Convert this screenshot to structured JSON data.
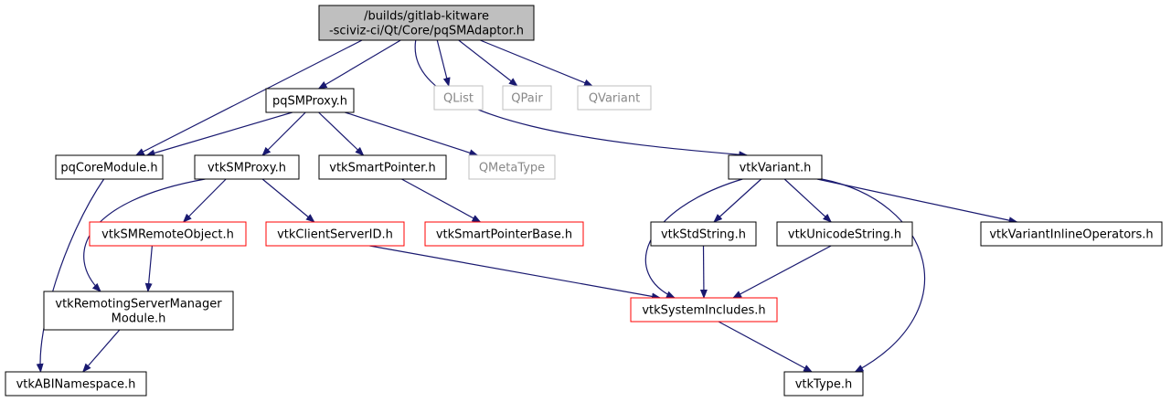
{
  "diagram": {
    "colors": {
      "edge": "#191970",
      "root_fill": "#bfbfbf",
      "black_border": "#000000",
      "red_border": "#ff0000",
      "gray_border": "#bfbfbf",
      "gray_text": "#888888"
    },
    "nodes": {
      "root": {
        "lines": [
          "/builds/gitlab-kitware",
          "-sciviz-ci/Qt/Core/pqSMAdaptor.h"
        ],
        "style": "root"
      },
      "pqSMProxy": {
        "lines": [
          "pqSMProxy.h"
        ],
        "style": "black"
      },
      "QList": {
        "lines": [
          "QList"
        ],
        "style": "gray"
      },
      "QPair": {
        "lines": [
          "QPair"
        ],
        "style": "gray"
      },
      "QVariant": {
        "lines": [
          "QVariant"
        ],
        "style": "gray"
      },
      "pqCoreModule": {
        "lines": [
          "pqCoreModule.h"
        ],
        "style": "black"
      },
      "vtkSMProxy": {
        "lines": [
          "vtkSMProxy.h"
        ],
        "style": "black"
      },
      "vtkSmartPointer": {
        "lines": [
          "vtkSmartPointer.h"
        ],
        "style": "black"
      },
      "QMetaType": {
        "lines": [
          "QMetaType"
        ],
        "style": "gray"
      },
      "vtkVariant": {
        "lines": [
          "vtkVariant.h"
        ],
        "style": "black"
      },
      "vtkSMRemoteObject": {
        "lines": [
          "vtkSMRemoteObject.h"
        ],
        "style": "red"
      },
      "vtkClientServerID": {
        "lines": [
          "vtkClientServerID.h"
        ],
        "style": "red"
      },
      "vtkSmartPointerBase": {
        "lines": [
          "vtkSmartPointerBase.h"
        ],
        "style": "red"
      },
      "vtkStdString": {
        "lines": [
          "vtkStdString.h"
        ],
        "style": "black"
      },
      "vtkUnicodeString": {
        "lines": [
          "vtkUnicodeString.h"
        ],
        "style": "black"
      },
      "vtkVariantInlineOperators": {
        "lines": [
          "vtkVariantInlineOperators.h"
        ],
        "style": "black"
      },
      "vtkRemotingServerManagerModule": {
        "lines": [
          "vtkRemotingServerManager",
          "Module.h"
        ],
        "style": "black"
      },
      "vtkSystemIncludes": {
        "lines": [
          "vtkSystemIncludes.h"
        ],
        "style": "red"
      },
      "vtkABINamespace": {
        "lines": [
          "vtkABINamespace.h"
        ],
        "style": "black"
      },
      "vtkType": {
        "lines": [
          "vtkType.h"
        ],
        "style": "black"
      }
    },
    "edges": [
      [
        "root",
        "pqCoreModule"
      ],
      [
        "root",
        "pqSMProxy"
      ],
      [
        "root",
        "QList"
      ],
      [
        "root",
        "QPair"
      ],
      [
        "root",
        "QVariant"
      ],
      [
        "root",
        "vtkVariant"
      ],
      [
        "pqSMProxy",
        "pqCoreModule"
      ],
      [
        "pqSMProxy",
        "vtkSMProxy"
      ],
      [
        "pqSMProxy",
        "vtkSmartPointer"
      ],
      [
        "pqSMProxy",
        "QMetaType"
      ],
      [
        "pqCoreModule",
        "vtkABINamespace"
      ],
      [
        "vtkSMProxy",
        "vtkSMRemoteObject"
      ],
      [
        "vtkSMProxy",
        "vtkClientServerID"
      ],
      [
        "vtkSMProxy",
        "vtkRemotingServerManagerModule"
      ],
      [
        "vtkSmartPointer",
        "vtkSmartPointerBase"
      ],
      [
        "vtkSMRemoteObject",
        "vtkRemotingServerManagerModule"
      ],
      [
        "vtkClientServerID",
        "vtkSystemIncludes"
      ],
      [
        "vtkRemotingServerManagerModule",
        "vtkABINamespace"
      ],
      [
        "vtkVariant",
        "vtkStdString"
      ],
      [
        "vtkVariant",
        "vtkUnicodeString"
      ],
      [
        "vtkVariant",
        "vtkVariantInlineOperators"
      ],
      [
        "vtkVariant",
        "vtkSystemIncludes"
      ],
      [
        "vtkVariant",
        "vtkType"
      ],
      [
        "vtkStdString",
        "vtkSystemIncludes"
      ],
      [
        "vtkUnicodeString",
        "vtkSystemIncludes"
      ],
      [
        "vtkSystemIncludes",
        "vtkType"
      ]
    ]
  }
}
